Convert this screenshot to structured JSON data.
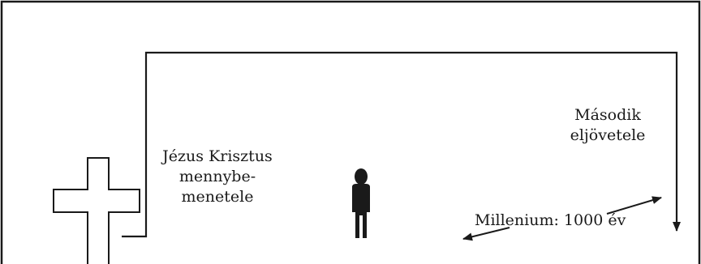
{
  "labels": {
    "ascension": [
      "Jézus Krisztus",
      "mennybe-",
      "menetele"
    ],
    "second_coming": [
      "Második",
      "eljövetele"
    ],
    "millennium": "Millenium: 1000 év"
  },
  "icons": {
    "cross": "cross-icon",
    "person": "person-icon"
  },
  "colors": {
    "stroke": "#1a1a1a",
    "background": "#ffffff"
  }
}
